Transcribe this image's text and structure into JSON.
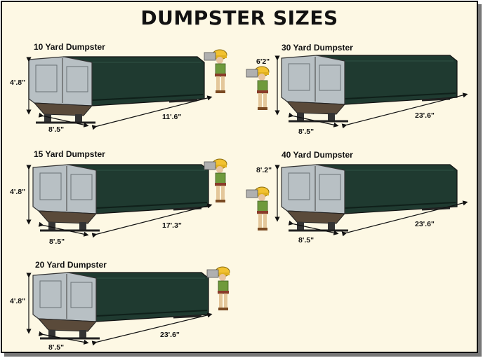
{
  "title": "DUMPSTER SIZES",
  "colors": {
    "background": "#fdf8e4",
    "container_body": "#1f3a30",
    "steel": "#b8c0c4",
    "hard_hat": "#f2c230",
    "shirt": "#6f9a3c"
  },
  "dumpsters": [
    {
      "label": "10 Yard Dumpster",
      "height": "4'.8\"",
      "width": "8'.5\"",
      "length": "11'.6\""
    },
    {
      "label": "30 Yard Dumpster",
      "height": "6'2\"",
      "width": "8'.5\"",
      "length": "23'.6\""
    },
    {
      "label": "15 Yard Dumpster",
      "height": "4'.8\"",
      "width": "8'.5\"",
      "length": "17'.3\""
    },
    {
      "label": "40 Yard Dumpster",
      "height": "8'.2\"",
      "width": "8'.5\"",
      "length": "23'.6\""
    },
    {
      "label": "20 Yard Dumpster",
      "height": "4'.8\"",
      "width": "8'.5\"",
      "length": "23'.6\""
    }
  ],
  "icons": [
    "worker-icon",
    "dumpster-icon",
    "arrow-icon"
  ]
}
